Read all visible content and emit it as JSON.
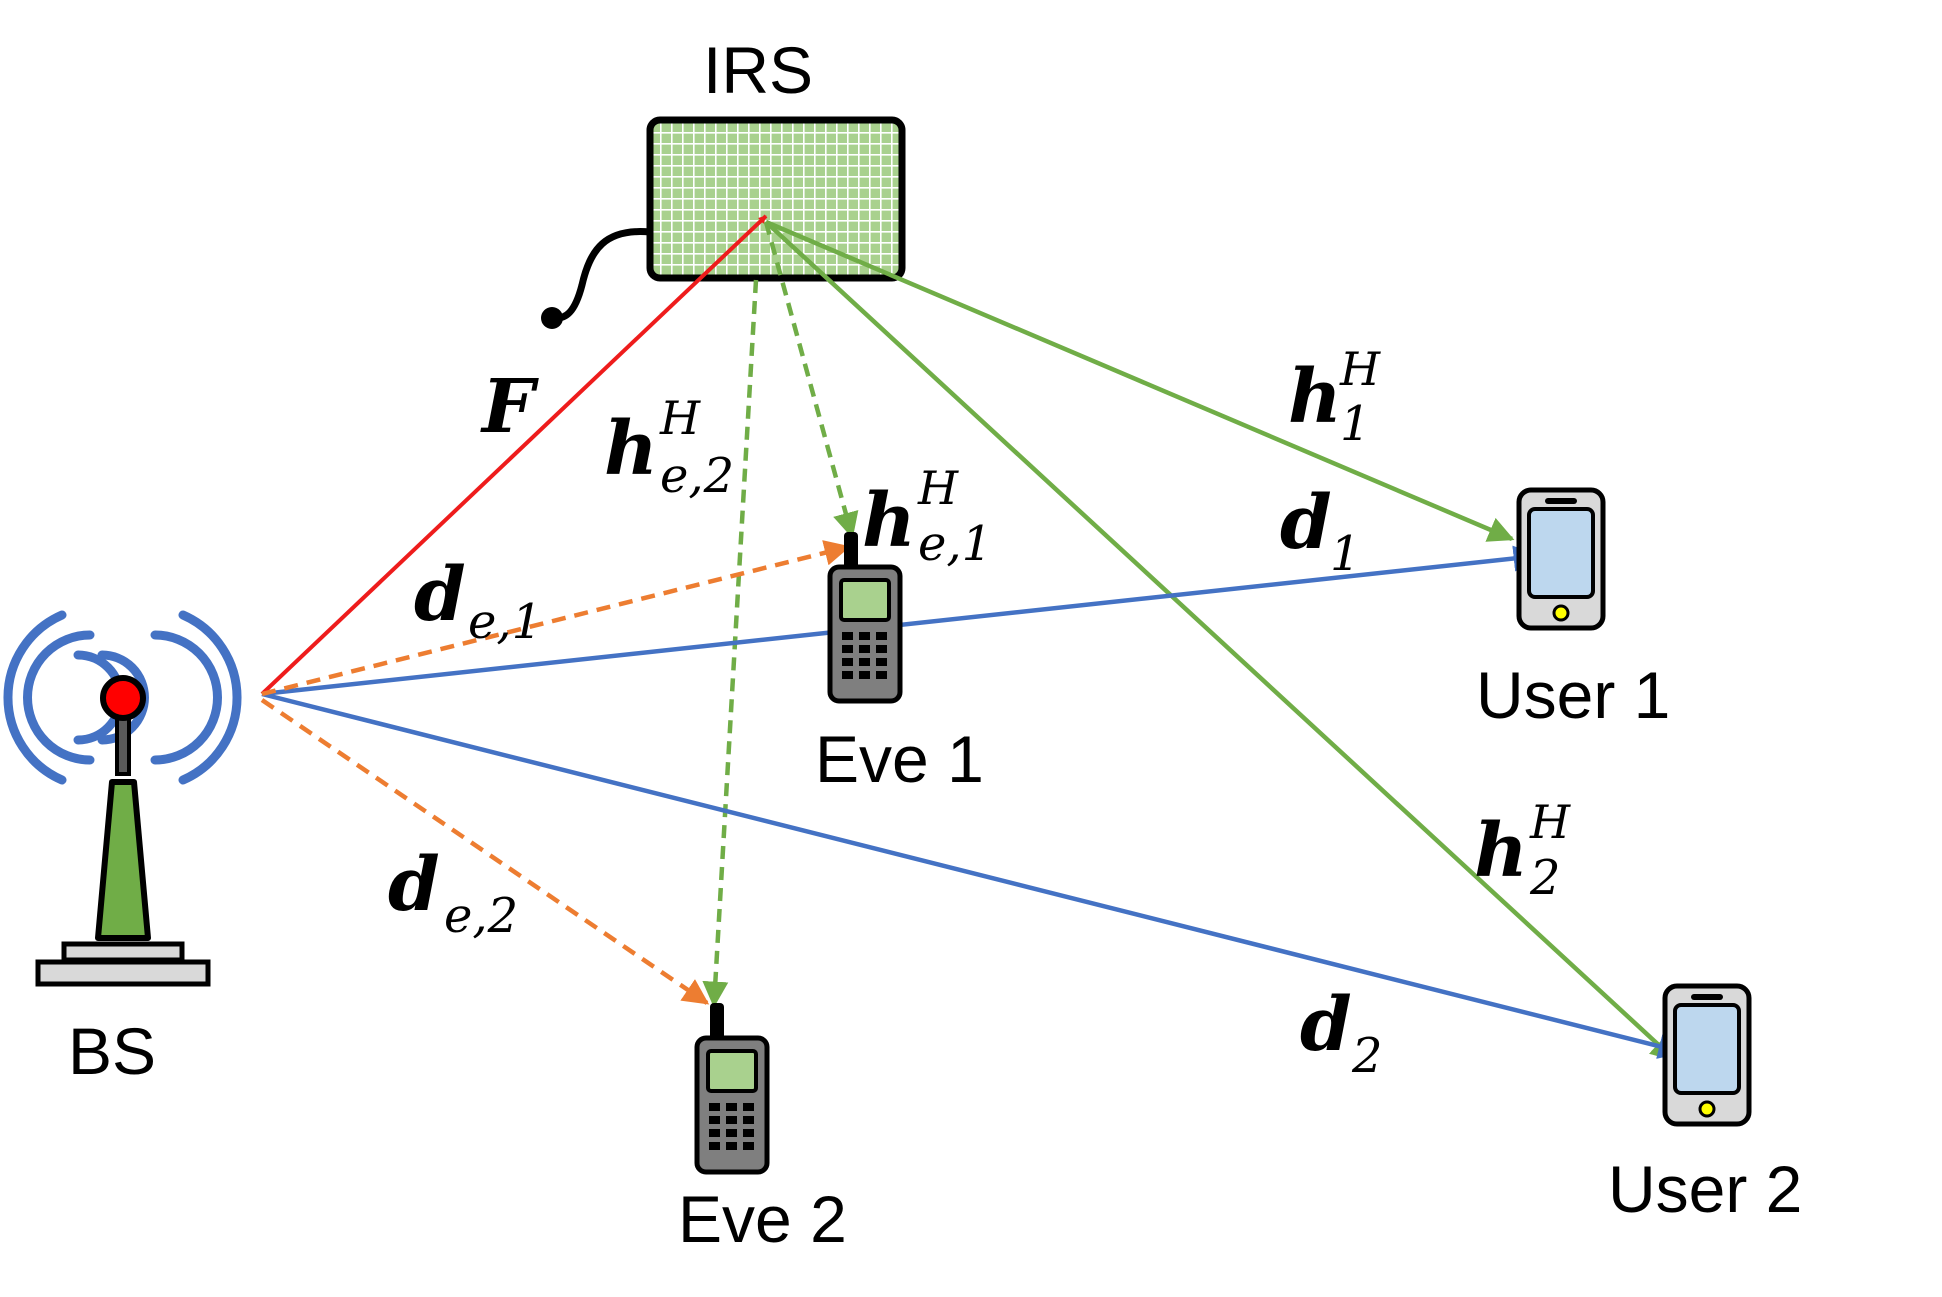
{
  "nodes": {
    "bs": "BS",
    "irs": "IRS",
    "eve1": "Eve 1",
    "eve2": "Eve 2",
    "user1": "User 1",
    "user2": "User 2"
  },
  "channels": {
    "F": {
      "main": "F",
      "sub": "",
      "sup": ""
    },
    "h1": {
      "main": "h",
      "sub": "1",
      "sup": "H"
    },
    "h2": {
      "main": "h",
      "sub": "2",
      "sup": "H"
    },
    "he1": {
      "main": "h",
      "sub": "e,1",
      "sup": "H"
    },
    "he2": {
      "main": "h",
      "sub": "e,2",
      "sup": "H"
    },
    "d1": {
      "main": "d",
      "sub": "1",
      "sup": ""
    },
    "d2": {
      "main": "d",
      "sub": "2",
      "sup": ""
    },
    "de1": {
      "main": "d",
      "sub": "e,1",
      "sup": ""
    },
    "de2": {
      "main": "d",
      "sub": "e,2",
      "sup": ""
    }
  },
  "colors": {
    "bs_to_irs": "#ee1c1c",
    "irs_links": "#70ad47",
    "direct_links": "#4472c4",
    "eve_direct_links": "#ed7d31"
  }
}
